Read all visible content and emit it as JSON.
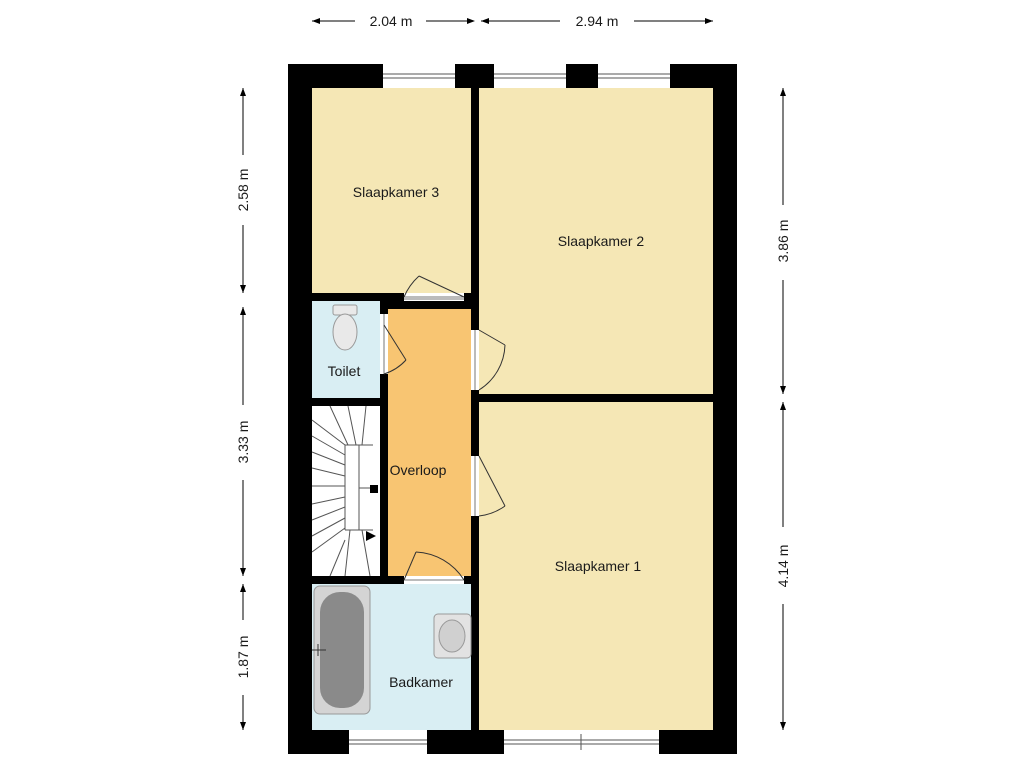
{
  "rooms": {
    "slaapkamer3": "Slaapkamer 3",
    "slaapkamer2": "Slaapkamer 2",
    "slaapkamer1": "Slaapkamer 1",
    "toilet": "Toilet",
    "overloop": "Overloop",
    "badkamer": "Badkamer"
  },
  "dimensions": {
    "top_left": "2.04 m",
    "top_right": "2.94 m",
    "left_top": "2.58 m",
    "left_middle": "3.33 m",
    "left_bottom": "1.87 m",
    "right_top": "3.86 m",
    "right_bottom": "4.14 m"
  },
  "colors": {
    "bedroom": "#f5e7b5",
    "wet_room": "#d9eef3",
    "hallway": "#f8c572",
    "wall": "#000000",
    "stairs": "#ffffff"
  }
}
